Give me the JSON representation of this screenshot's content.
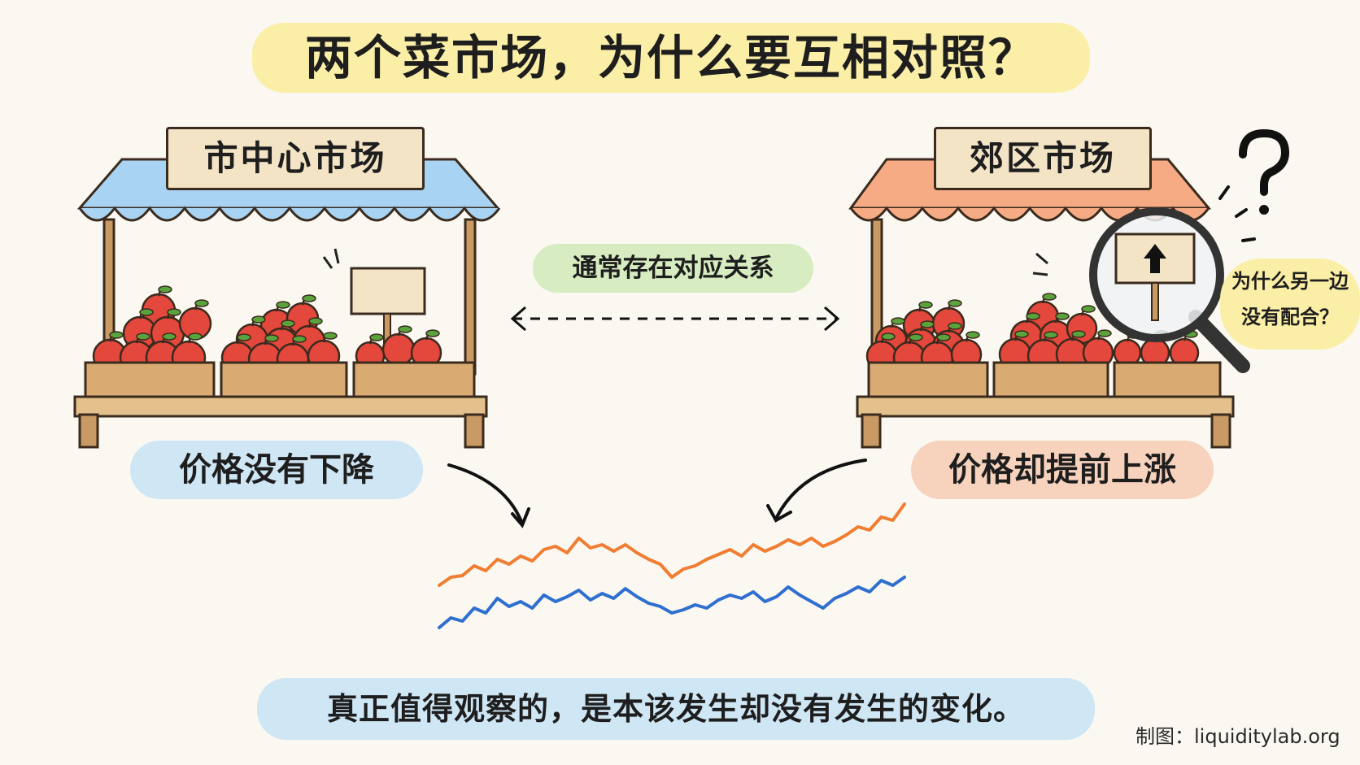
{
  "title": "两个菜市场，为什么要互相对照？",
  "left_market": {
    "sign": "市中心市场",
    "caption": "价格没有下降",
    "awning_color": "#a9d3f2"
  },
  "right_market": {
    "sign": "郊区市场",
    "caption": "价格却提前上涨",
    "awning_color": "#f6ab84",
    "price_tag_icon": "up-arrow-icon",
    "magnifier_icon": "magnifying-glass-icon",
    "question_icon": "question-mark-icon"
  },
  "relation_label": "通常存在对应关系",
  "question_bubble": {
    "line1": "为什么另一边",
    "line2": "没有配合？"
  },
  "footer": "真正值得观察的，是本该发生却没有发生的变化。",
  "credit": "制图：liquiditylab.org",
  "colors": {
    "title_bg": "#fbeea6",
    "relation_bg": "#d7ecc0",
    "left_caption_bg": "#cfe6f5",
    "right_caption_bg": "#f7d2bd",
    "footer_bg": "#cfe6f5",
    "apple": "#e4473b"
  },
  "chart_data": {
    "type": "line",
    "title": "",
    "xlabel": "",
    "ylabel": "",
    "ylim": [
      0,
      10
    ],
    "x": [
      0,
      1,
      2,
      3,
      4,
      5,
      6,
      7,
      8,
      9,
      10,
      11,
      12,
      13,
      14,
      15,
      16,
      17,
      18,
      19,
      20,
      21,
      22,
      23,
      24,
      25,
      26,
      27,
      28,
      29,
      30,
      31,
      32,
      33,
      34,
      35,
      36,
      37,
      38,
      39,
      40
    ],
    "series": [
      {
        "color": "#f07d32",
        "values": [
          4.0,
          4.5,
          4.6,
          5.2,
          4.9,
          5.6,
          5.3,
          5.8,
          5.5,
          6.2,
          6.4,
          6.0,
          6.9,
          6.3,
          6.5,
          6.1,
          6.5,
          6.0,
          5.6,
          5.3,
          4.5,
          5.0,
          5.2,
          5.6,
          5.9,
          6.2,
          5.8,
          6.5,
          6.1,
          6.4,
          6.8,
          6.5,
          6.9,
          6.4,
          6.7,
          7.1,
          7.6,
          7.4,
          8.2,
          8.0,
          9.0
        ]
      },
      {
        "color": "#2f6fd0",
        "values": [
          1.4,
          2.0,
          1.8,
          2.6,
          2.3,
          3.2,
          2.7,
          3.0,
          2.6,
          3.4,
          3.0,
          3.3,
          3.7,
          3.1,
          3.5,
          3.2,
          3.8,
          3.3,
          2.9,
          2.7,
          2.3,
          2.5,
          2.8,
          2.6,
          3.1,
          3.4,
          3.2,
          3.6,
          3.0,
          3.3,
          3.9,
          3.4,
          3.0,
          2.6,
          3.2,
          3.5,
          3.9,
          3.6,
          4.3,
          4.0,
          4.5
        ]
      }
    ]
  }
}
